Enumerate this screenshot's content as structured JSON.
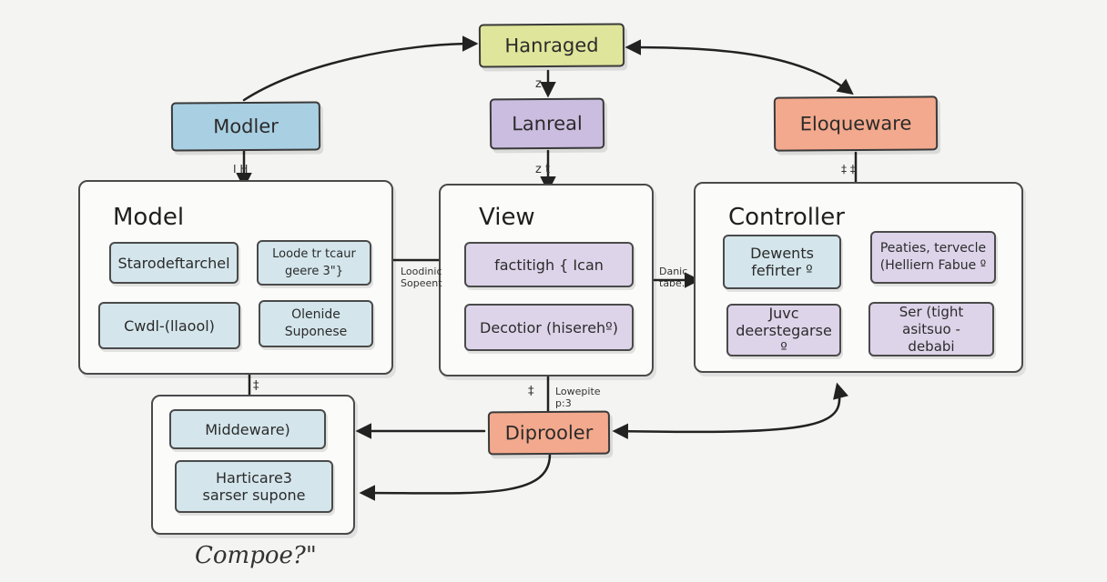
{
  "top_nodes": {
    "haraged": "Hanraged",
    "modler": "Modler",
    "lanreal": "Lanreal",
    "eloqueware": "Eloqueware",
    "diprooler": "Diprooler"
  },
  "model_panel": {
    "title": "Model",
    "cards": [
      "Starodeftarchel",
      "Loode   tr tcaur\ngeere 3\"}",
      "Cwdl-(llaool)",
      "Olenide Suponese"
    ]
  },
  "view_panel": {
    "title": "View",
    "cards": [
      "factitigh { Ican",
      "Decotior (hiserehº)"
    ]
  },
  "controller_panel": {
    "title": "Controller",
    "cards": [
      "Dewents\nfefirter º",
      "Peaties, tervecle\n(Helliern Fabue º",
      "Juvc\ndeerstegarse º",
      "Ser (tight\nasitsuo - debabi"
    ]
  },
  "lower_panel": {
    "cards": [
      "Middeware)",
      "Harticare3\nsarser supone"
    ]
  },
  "edge_labels": {
    "a": "z",
    "b": "z t",
    "c": "I H",
    "d": "‡ ‡",
    "e": "Loodinic\nSopeent",
    "f": "Danic\ntabe.",
    "g": "Lowepite\np:3",
    "h": "‡",
    "i": "‡"
  },
  "caption": "Compoe?\""
}
